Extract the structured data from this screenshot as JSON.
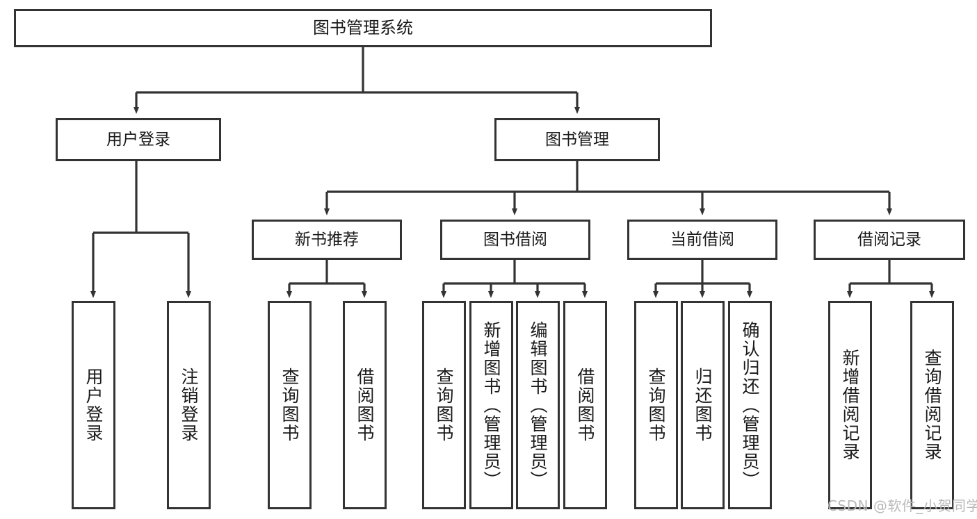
{
  "diagram": {
    "title": "图书管理系统",
    "stroke_color": "#333333",
    "background_color": "#ffffff",
    "watermark": "CSDN @软件_小贺同学",
    "levels": {
      "level1": [
        "图书管理系统"
      ],
      "level2": [
        "用户登录",
        "图书管理"
      ],
      "level3": [
        "新书推荐",
        "图书借阅",
        "当前借阅",
        "借阅记录"
      ]
    },
    "nodes": {
      "root": {
        "label": "图书管理系统"
      },
      "user_login": {
        "label": "用户登录"
      },
      "book_manage": {
        "label": "图书管理"
      },
      "new_book_rec": {
        "label": "新书推荐"
      },
      "book_borrow": {
        "label": "图书借阅"
      },
      "current_borrow": {
        "label": "当前借阅"
      },
      "borrow_record": {
        "label": "借阅记录"
      },
      "leaf_user_login": {
        "label": "用户登录"
      },
      "leaf_logout": {
        "label": "注销登录"
      },
      "leaf_query_book_1": {
        "label": "查询图书"
      },
      "leaf_borrow_book_1": {
        "label": "借阅图书"
      },
      "leaf_query_book_2": {
        "label": "查询图书"
      },
      "leaf_add_book": {
        "label": "新增图书（管理员）"
      },
      "leaf_edit_book": {
        "label": "编辑图书（管理员）"
      },
      "leaf_borrow_book_2": {
        "label": "借阅图书"
      },
      "leaf_query_book_3": {
        "label": "查询图书"
      },
      "leaf_return_book": {
        "label": "归还图书"
      },
      "leaf_confirm_return": {
        "label": "确认归还（管理员）"
      },
      "leaf_add_record": {
        "label": "新增借阅记录"
      },
      "leaf_query_record": {
        "label": "查询借阅记录"
      }
    }
  }
}
